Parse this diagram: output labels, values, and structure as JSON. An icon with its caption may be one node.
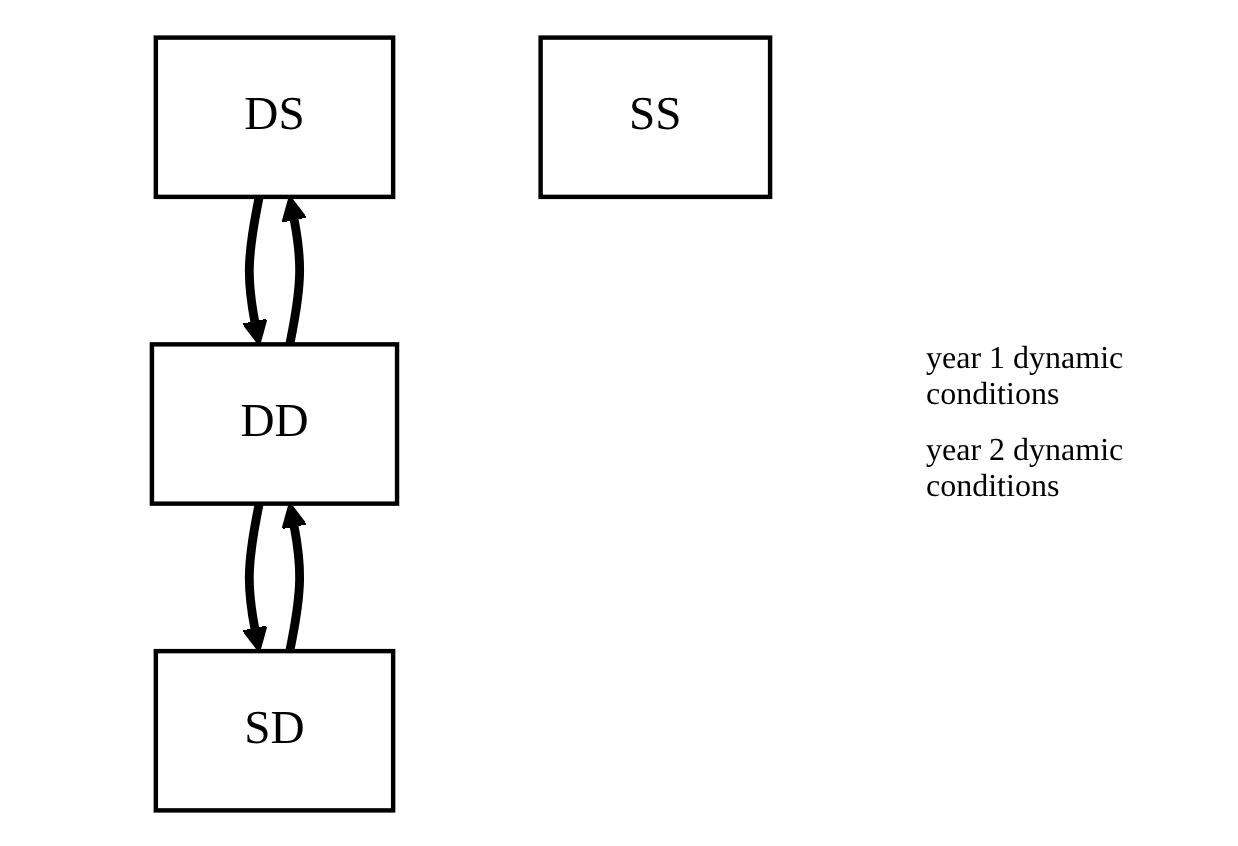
{
  "diagram": {
    "nodes": [
      {
        "text": [
          "DS"
        ]
      },
      {
        "text": [
          "SS"
        ]
      },
      {
        "text": [
          "DD"
        ]
      },
      {
        "text": [
          "SD"
        ]
      }
    ],
    "edges": [
      {
        "from": 0,
        "to": 2,
        "arrow": "to"
      },
      {
        "from": 2,
        "to": 0,
        "arrow": "to"
      },
      {
        "from": 2,
        "to": 3,
        "arrow": "to"
      },
      {
        "from": 3,
        "to": 2,
        "arrow": "to"
      }
    ],
    "labels": [
      "year 1 dynamic conditions",
      "year 2 dynamic conditions"
    ]
  }
}
